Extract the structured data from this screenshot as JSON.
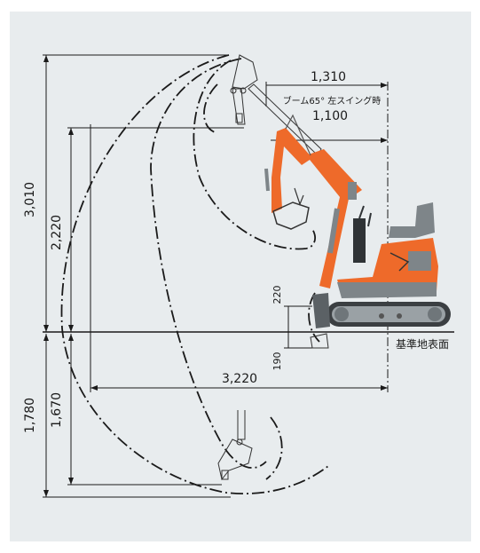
{
  "dimensions": {
    "max_dig_height": "3,010",
    "max_dump_height": "2,220",
    "blade_lift": "220",
    "blade_drop": "190",
    "max_reach": "3,220",
    "max_dig_depth": "1,780",
    "max_vertical_dig_depth": "1,670",
    "min_swing_radius": "1,310",
    "swing_note": "ブーム65° 左スイング時",
    "min_swing_radius_left": "1,100"
  },
  "labels": {
    "ground_reference": "基準地表面"
  },
  "colors": {
    "machine_orange": "#ee6a2a",
    "machine_gray": "#7e8589",
    "panel_bg": "#e8ecee",
    "line": "#1a1a1a"
  }
}
